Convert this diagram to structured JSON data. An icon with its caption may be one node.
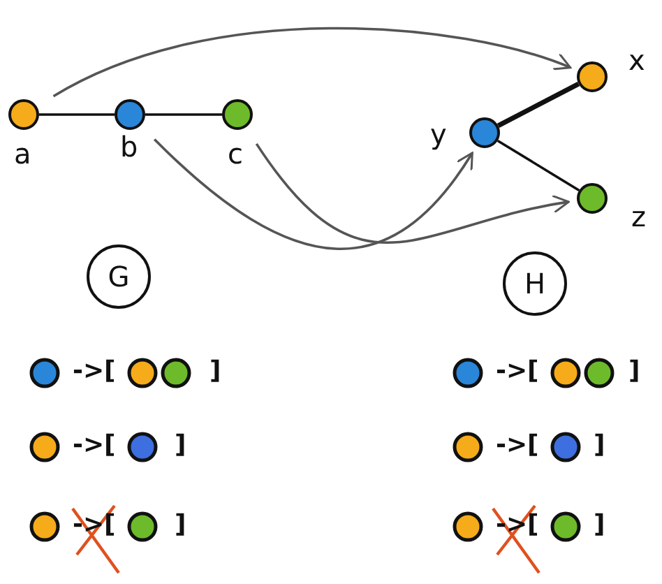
{
  "diagram": {
    "nodes": [
      {
        "text": [],
        "shape": "circle",
        "beside": [
          "a"
        ]
      },
      {
        "text": [],
        "shape": "circle",
        "beside": [
          "b"
        ]
      },
      {
        "text": [],
        "shape": "circle",
        "beside": [
          "c"
        ]
      },
      {
        "text": [],
        "shape": "circle",
        "beside": [
          "x"
        ]
      },
      {
        "text": [],
        "shape": "circle",
        "beside": [
          "y"
        ]
      },
      {
        "text": [],
        "shape": "circle",
        "beside": [
          "z"
        ]
      },
      {
        "text": [
          "G"
        ]
      },
      {
        "text": [
          "H"
        ]
      }
    ],
    "edges": [
      {
        "from": 0,
        "to": 1,
        "arrow": "none"
      },
      {
        "from": 1,
        "to": 2,
        "arrow": "none"
      },
      {
        "from": 4,
        "to": 3,
        "arrow": "none",
        "style": "thick"
      },
      {
        "from": 4,
        "to": 5,
        "arrow": "none"
      },
      {
        "from": 0,
        "to": 3,
        "arrow": "to",
        "color": "#555555"
      },
      {
        "from": 1,
        "to": 4,
        "arrow": "to",
        "color": "#555555"
      },
      {
        "from": 2,
        "to": 5,
        "arrow": "to",
        "color": "#555555"
      }
    ],
    "labels": [
      "->[",
      "]",
      "->[",
      "]",
      "->[",
      "]",
      "->[",
      "]",
      "->[",
      "]",
      "->[",
      "]"
    ]
  }
}
